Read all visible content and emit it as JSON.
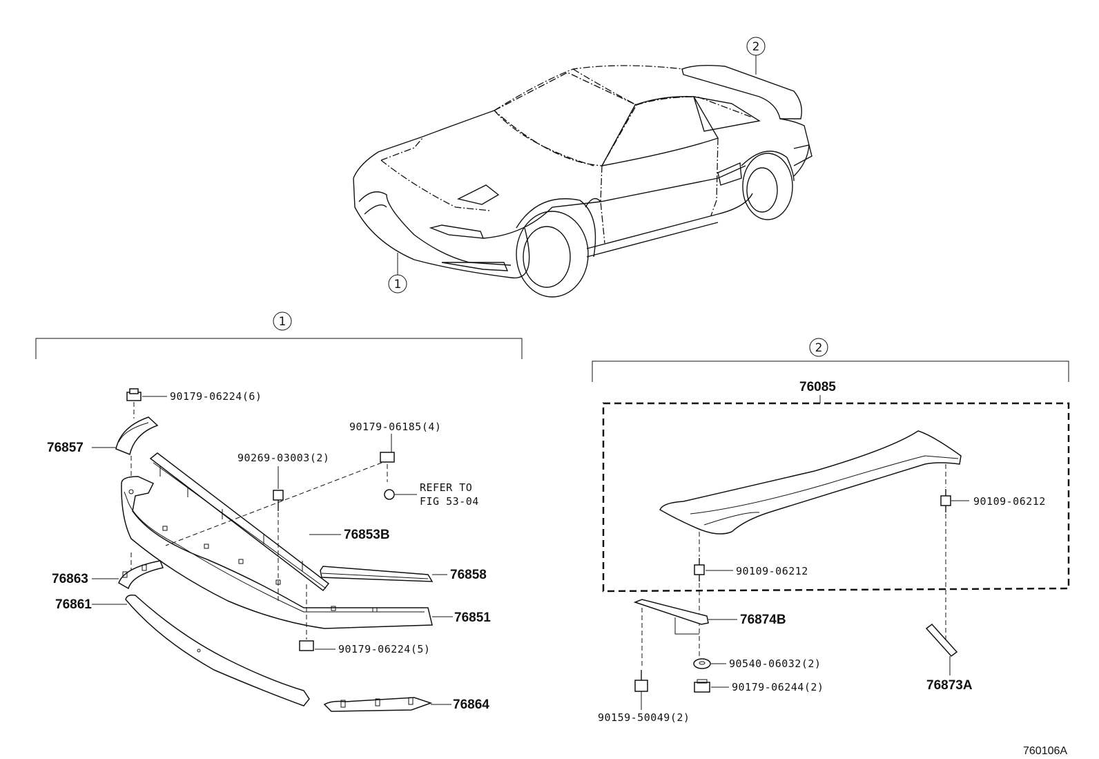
{
  "callouts": {
    "car_front": "1",
    "car_spoiler": "2",
    "group1": "1",
    "group2": "2"
  },
  "group1": {
    "parts": {
      "p90179_06224_6": "90179-06224(6)",
      "p90179_06185_4": "90179-06185(4)",
      "p90269_03003_2": "90269-03003(2)",
      "refer_line1": "REFER TO",
      "refer_line2": "FIG 53-04",
      "p76857": "76857",
      "p76853B": "76853B",
      "p76858": "76858",
      "p76863": "76863",
      "p76861": "76861",
      "p76851": "76851",
      "p90179_06224_5": "90179-06224(5)",
      "p76864": "76864"
    }
  },
  "group2": {
    "parts": {
      "p76085": "76085",
      "p90109_06212_a": "90109-06212",
      "p90109_06212_b": "90109-06212",
      "p76874B": "76874B",
      "p90540_06032_2": "90540-06032(2)",
      "p90179_06244_2": "90179-06244(2)",
      "p76873A": "76873A",
      "p90159_50049_2": "90159-50049(2)"
    }
  },
  "diagram_id": "760106A"
}
